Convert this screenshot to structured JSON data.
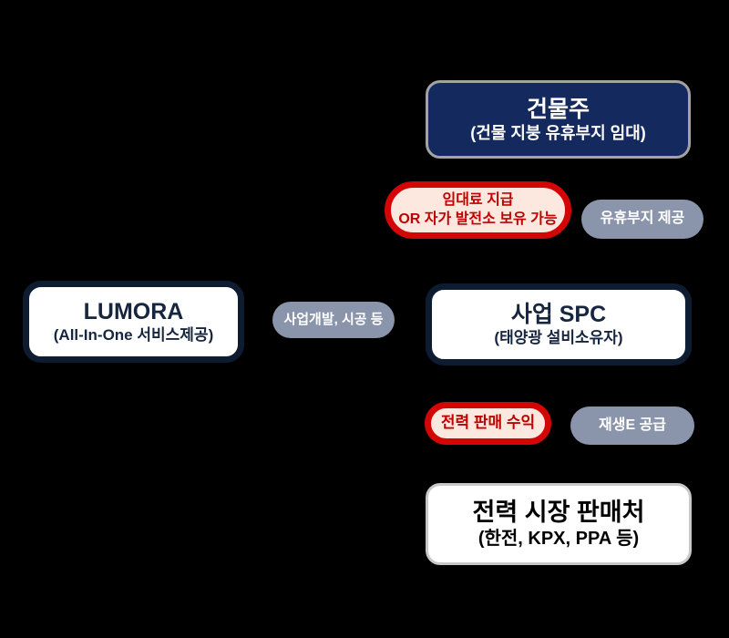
{
  "diagram": {
    "background_color": "#000000",
    "nodes": {
      "building_owner": {
        "title": "건물주",
        "subtitle": "(건물 지붕 유휴부지 임대)",
        "fill_color": "#14295e",
        "border_color": "#a3a3a3",
        "text_color": "#ffffff"
      },
      "lumora": {
        "title": "LUMORA",
        "subtitle": "(All-In-One 서비스제공)",
        "fill_color": "#ffffff",
        "border_color": "#0e1c31",
        "text_color": "#17263f"
      },
      "spc": {
        "title": "사업 SPC",
        "subtitle": "(태양광 설비소유자)",
        "fill_color": "#ffffff",
        "border_color": "#0e1c31",
        "text_color": "#17263f"
      },
      "market": {
        "title": "전력 시장 판매처",
        "subtitle": "(한전, KPX, PPA 등)",
        "fill_color": "#ffffff",
        "border_color": "#c8c8c8",
        "text_color": "#000000"
      }
    },
    "pills": {
      "rent": {
        "line1": "임대료 지급",
        "line2": "OR 자가 발전소 보유 가능",
        "fill_color": "#fce8de",
        "border_color": "#d40505",
        "text_color": "#c00000"
      },
      "idle_land": {
        "label": "유휴부지 제공",
        "fill_color": "#8a94aa",
        "text_color": "#ffffff"
      },
      "development": {
        "label": "사업개발, 시공 등",
        "fill_color": "#8a94aa",
        "text_color": "#ffffff"
      },
      "power_sales": {
        "label": "전력 판매 수익",
        "fill_color": "#fce8de",
        "border_color": "#d40505",
        "text_color": "#c00000"
      },
      "renewable_supply": {
        "label": "재생E 공급",
        "fill_color": "#8a94aa",
        "text_color": "#ffffff"
      }
    }
  }
}
